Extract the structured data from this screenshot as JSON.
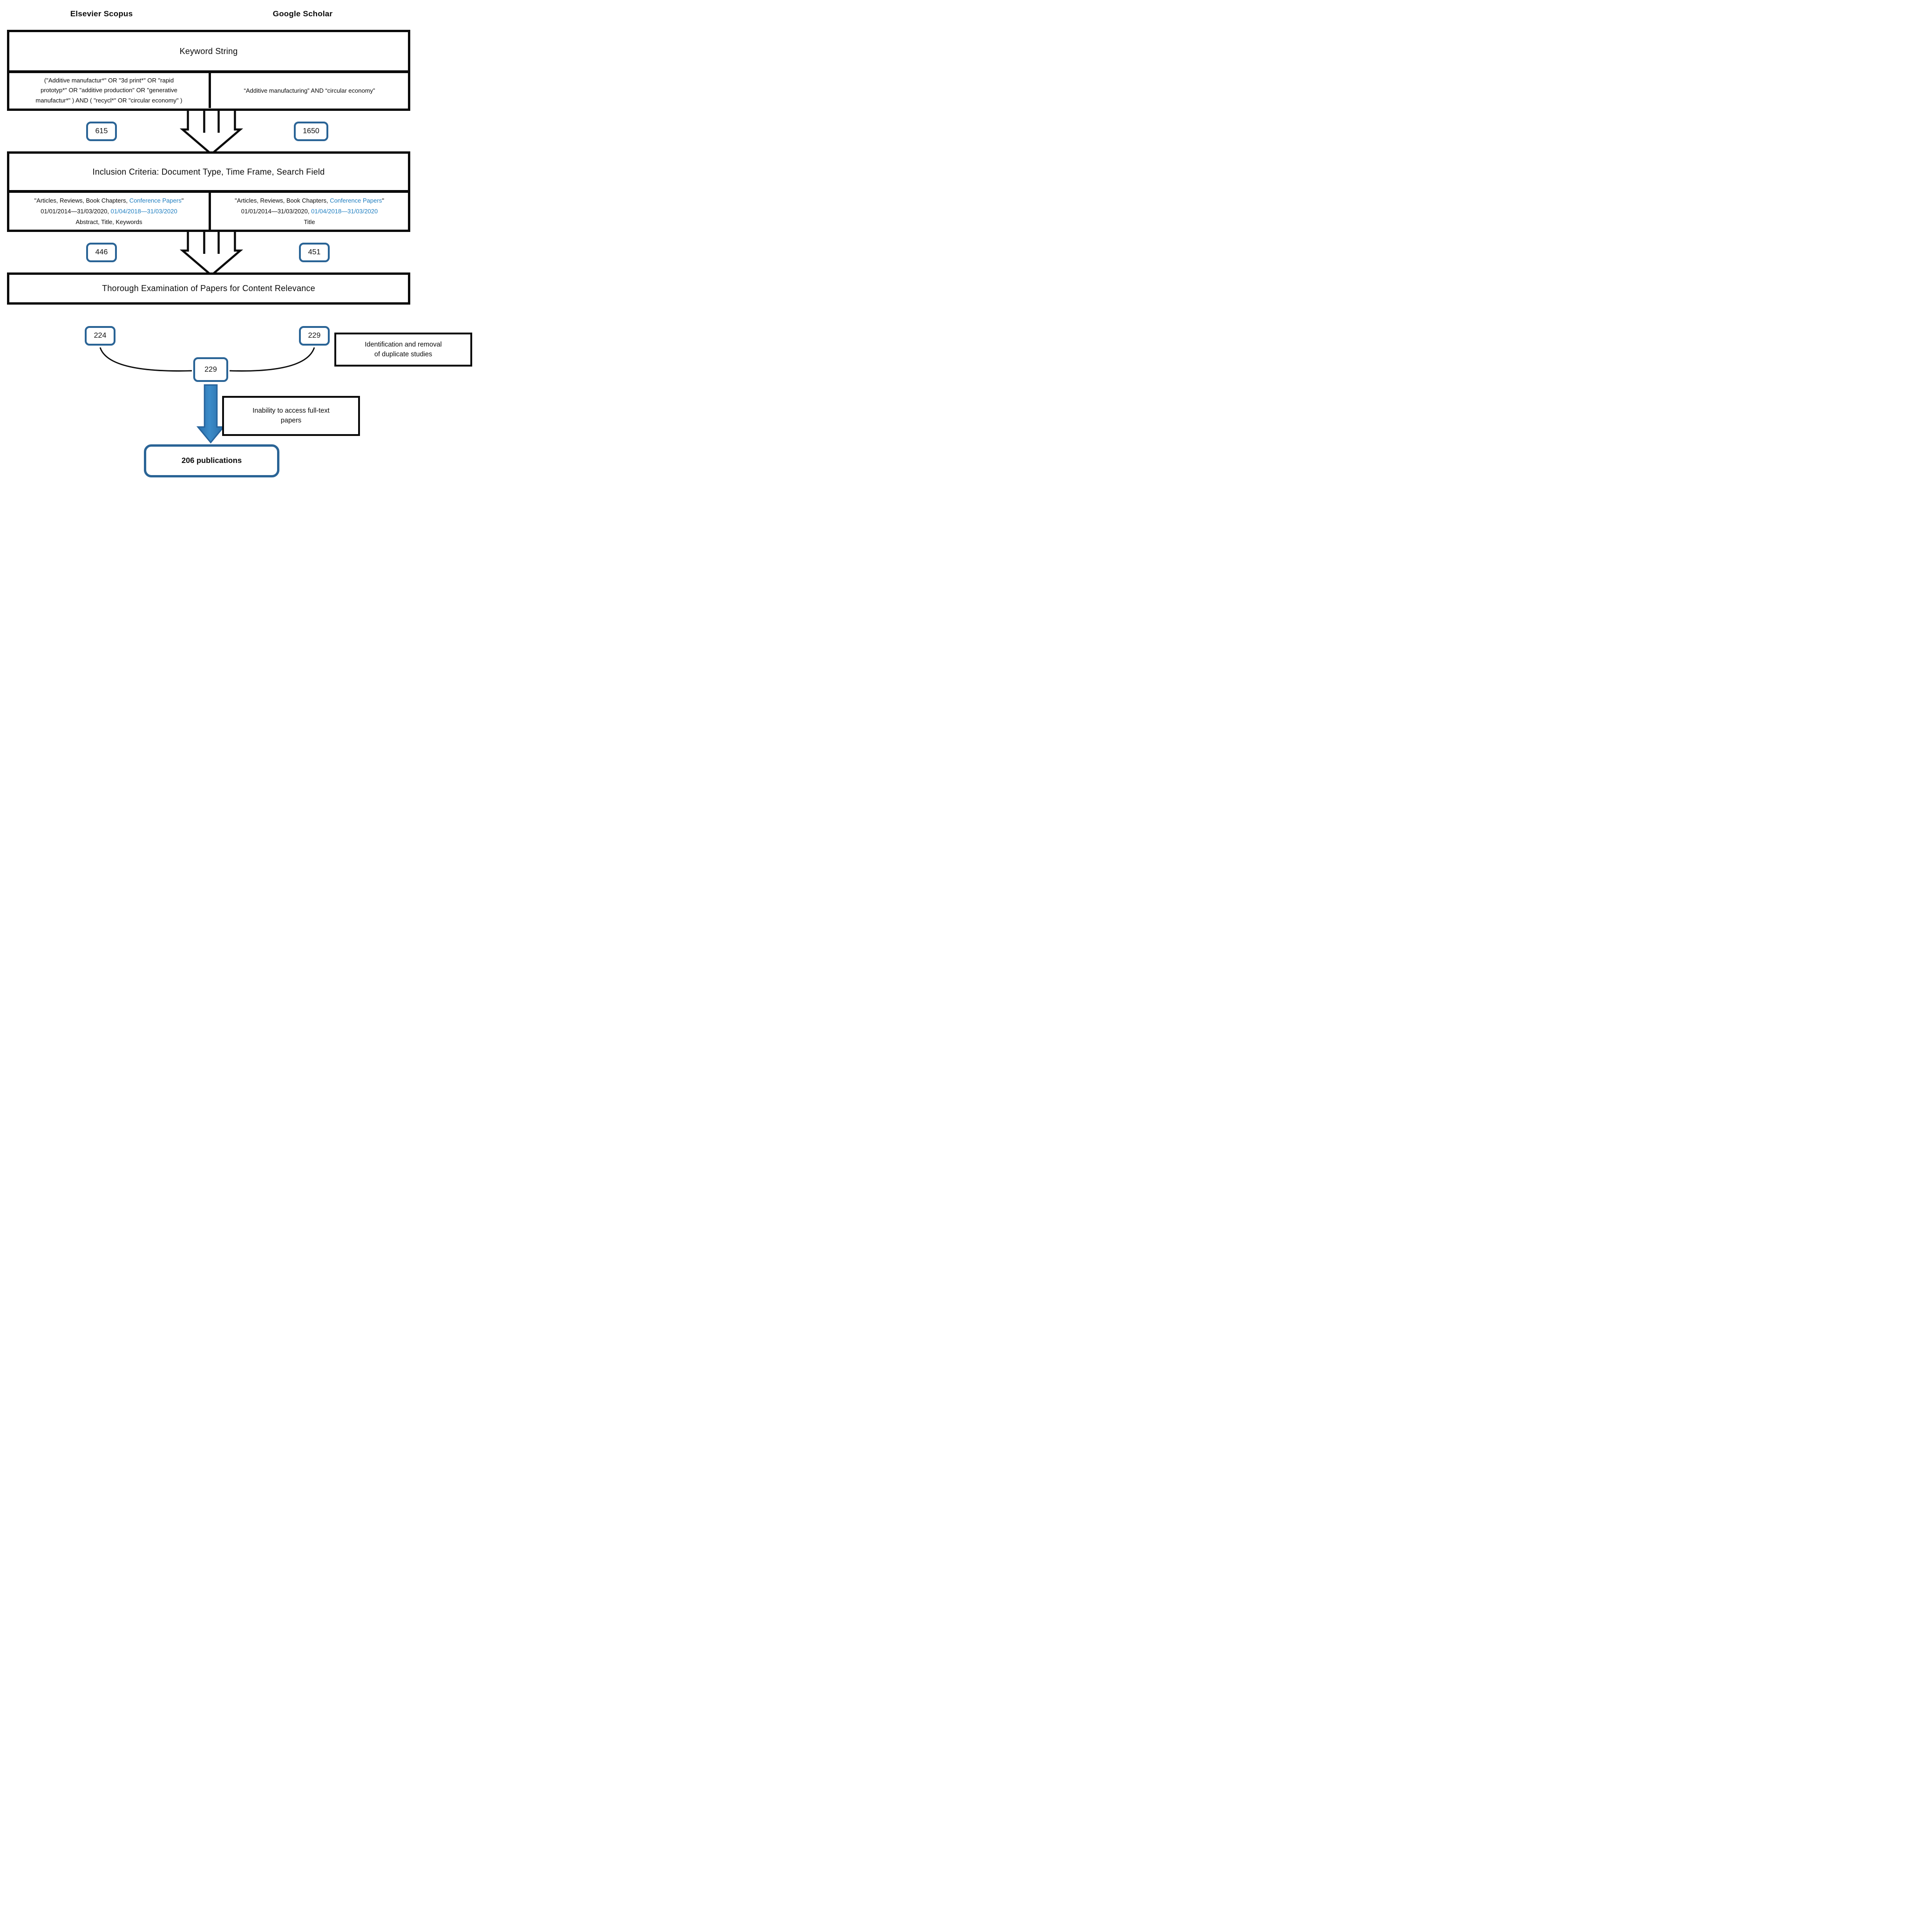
{
  "colors": {
    "accent_blue": "#2a6496",
    "link_blue": "#1f7ec0",
    "arrow_fill": "#3080be",
    "arrow_edge": "#26639c",
    "line_black": "#0b0b0b"
  },
  "headers": {
    "left": "Elsevier Scopus",
    "right": "Google Scholar"
  },
  "stage_keyword": {
    "title": "Keyword String",
    "scopus_query_lines": [
      "(\"Additive manufactur*\" OR \"3d print*\" OR \"rapid",
      "prototyp*\" OR \"additive production\" OR \"generative",
      "manufactur*\" ) AND ( \"recycl*\" OR \"circular economy\" )"
    ],
    "scholar_query": "“Additive manufacturing” AND “circular economy”",
    "scopus_count": "615",
    "scholar_count": "1650"
  },
  "stage_criteria": {
    "title": "Inclusion Criteria: Document Type, Time Frame, Search Field",
    "scopus": {
      "doc_types_black": "\"Articles, Reviews, Book Chapters, ",
      "doc_types_blue": "Conference Papers",
      "doc_types_close": "\"",
      "dates_black": "01/01/2014—31/03/2020, ",
      "dates_blue": "01/04/2018—31/03/2020",
      "fields": "Abstract, Title, Keywords"
    },
    "scholar": {
      "doc_types_black": "\"Articles, Reviews, Book Chapters, ",
      "doc_types_blue": "Conference Papers",
      "doc_types_close": "\"",
      "dates_black": "01/01/2014—31/03/2020, ",
      "dates_blue": "01/04/2018—31/03/2020",
      "fields": "Title"
    },
    "scopus_count": "446",
    "scholar_count": "451"
  },
  "stage_examination": {
    "title": "Thorough Examination of Papers for Content Relevance",
    "scopus_count": "224",
    "scholar_count": "229",
    "merged_count": "229",
    "dedup_note_lines": [
      "Identification and removal",
      "of duplicate studies"
    ]
  },
  "stage_final": {
    "access_note_lines": [
      "Inability to access full-text",
      "papers"
    ],
    "result": "206 publications"
  }
}
